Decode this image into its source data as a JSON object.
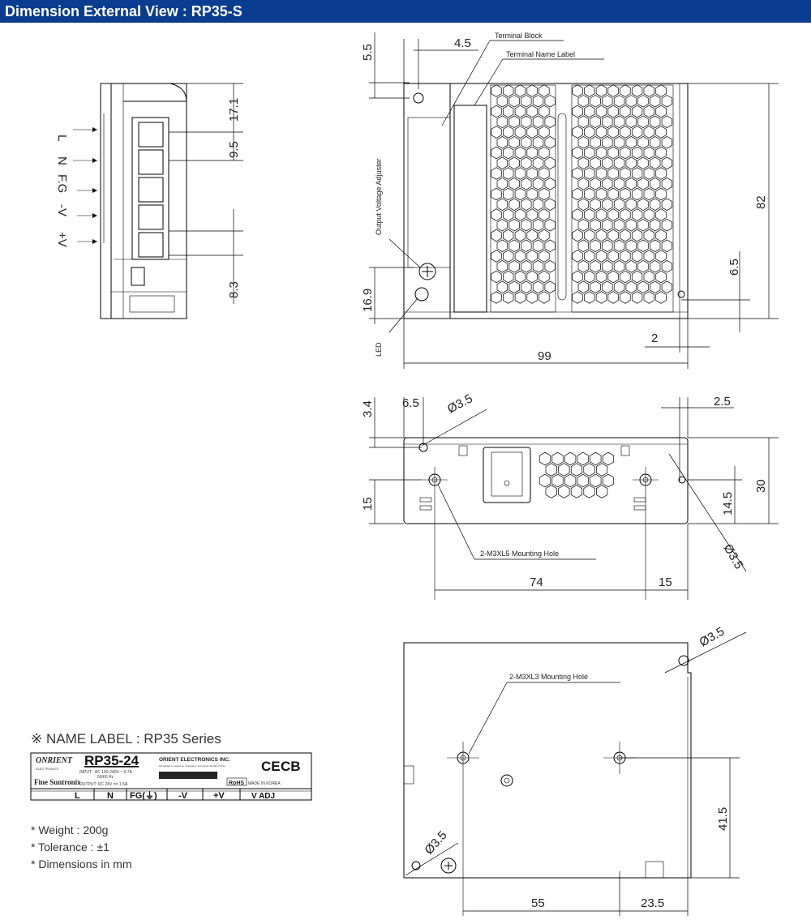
{
  "header": {
    "title": "Dimension External View : RP35-S"
  },
  "terminals": [
    "L",
    "N",
    "F.G",
    "-V",
    "+V"
  ],
  "side_view": {
    "dims": [
      "17.1",
      "9.5",
      "8.3"
    ]
  },
  "front_view": {
    "callouts": {
      "terminal_block": "Terminal Block",
      "terminal_name_label": "Terminal Name Label",
      "output_voltage_adjuster": "Output Voltage Adjuster",
      "led": "LED"
    },
    "dims": {
      "top_a": "5.5",
      "top_b": "4.5",
      "height": "82",
      "right_small": "6.5",
      "left_low": "16.9",
      "bottom_small": "2",
      "width": "99"
    }
  },
  "bottom_view": {
    "dims": {
      "top_left": "3.4",
      "left_offset": "6.5",
      "hole_dia_1": "Ø3.5",
      "top_right": "2.5",
      "height": "30",
      "right_mid": "14.5",
      "left_mid": "15",
      "hole_dia_2": "Ø3.5",
      "span": "74",
      "right_span": "15"
    },
    "mounting_hole": "2-M3XL5 Mounting Hole"
  },
  "rear_view": {
    "dims": {
      "hole_dia_top": "Ø3.5",
      "hole_dia_bottom": "Ø3.5",
      "right_height": "41.5",
      "bottom_span": "55",
      "bottom_right": "23.5"
    },
    "mounting_hole": "2-M3XL3 Mounting Hole"
  },
  "name_label": {
    "heading": "※ NAME LABEL : RP35 Series",
    "brand": "ONRIENT",
    "brand_sub": "ELECTRONICS",
    "model": "RP35-24",
    "company": "ORIENT ELECTRONICS INC.",
    "address": "223, Gaksan-ro, Jungwon-gu, Seongnam-si, Gyeonggi-do, Republic of Korea",
    "input": "INPUT : AC 100-240V ~ 0.7A",
    "freq": "50/60 Hz",
    "output": "OUTPUT: DC 24V == 1.5A",
    "ce": "CE",
    "cb": "CB",
    "rohs": "RoHS",
    "made_in": "MADE IN KOREA",
    "first_sunics": "Fine Suntronix",
    "terminals": [
      "L",
      "N",
      "FG(⏚)",
      "-V",
      "+V",
      "V ADJ"
    ]
  },
  "notes": [
    "* Weight : 200g",
    "* Tolerance : ±1",
    "* Dimensions in mm"
  ]
}
